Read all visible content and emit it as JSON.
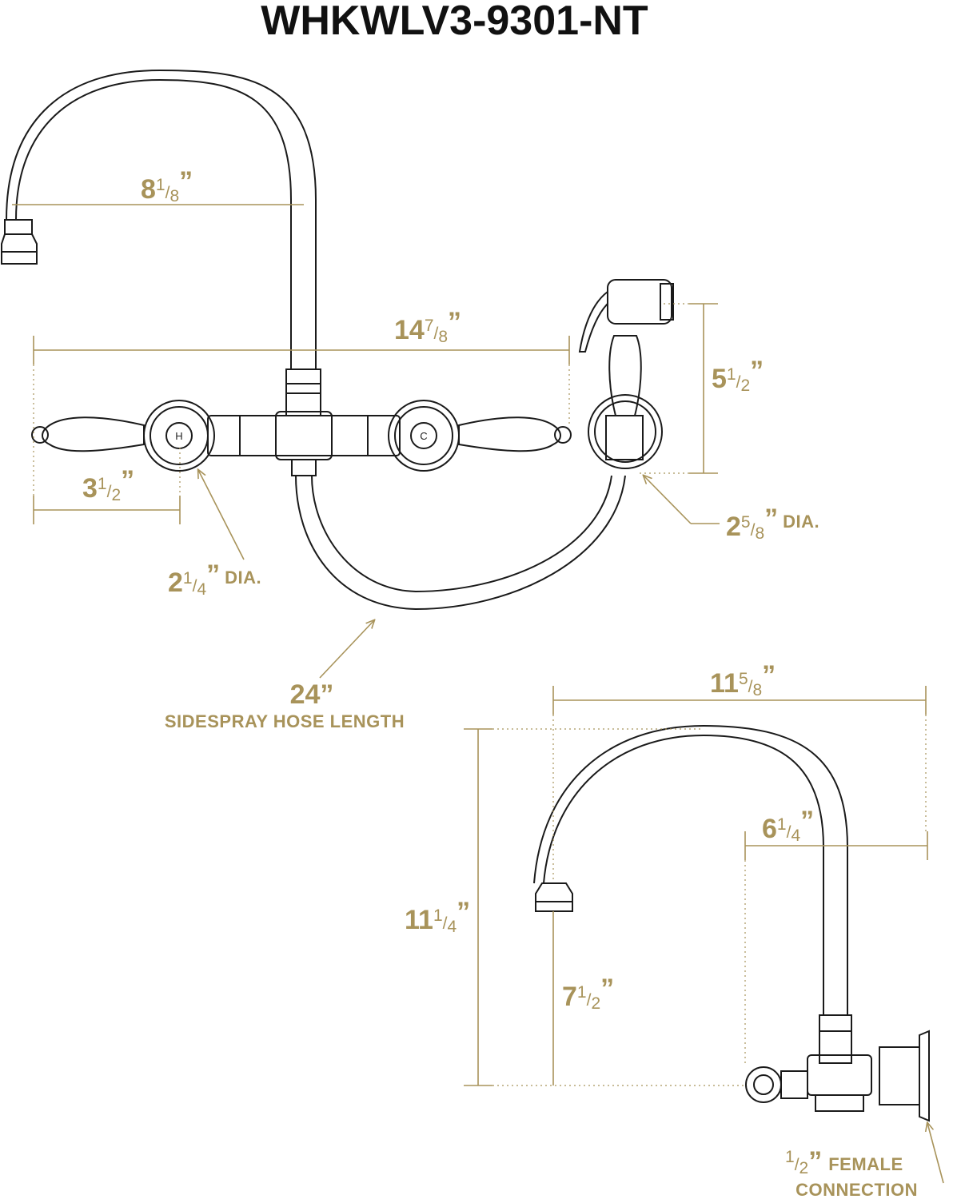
{
  "title": "WHKWLV3-9301-NT",
  "colors": {
    "dimension": "#a8935a",
    "outline": "#1a1a1a",
    "background": "#ffffff"
  },
  "handles": {
    "hot": "H",
    "cold": "C"
  },
  "dimensions": {
    "spout_reach": {
      "whole": "8",
      "num": "1",
      "den": "8",
      "unit": "”"
    },
    "overall_width": {
      "whole": "14",
      "num": "7",
      "den": "8",
      "unit": "”"
    },
    "sprayer_height": {
      "whole": "5",
      "num": "1",
      "den": "2",
      "unit": "”"
    },
    "handle_offset": {
      "whole": "3",
      "num": "1",
      "den": "2",
      "unit": "”"
    },
    "flange_dia": {
      "whole": "2",
      "num": "1",
      "den": "4",
      "unit": "”",
      "suffix": "DIA."
    },
    "sprayer_flange_dia": {
      "whole": "2",
      "num": "5",
      "den": "8",
      "unit": "”",
      "suffix": "DIA."
    },
    "hose_length": {
      "value": "24”",
      "caption": "SIDESPRAY HOSE LENGTH"
    },
    "side_depth": {
      "whole": "11",
      "num": "5",
      "den": "8",
      "unit": "”"
    },
    "side_height": {
      "whole": "11",
      "num": "1",
      "den": "4",
      "unit": "”"
    },
    "spout_clearance": {
      "whole": "7",
      "num": "1",
      "den": "2",
      "unit": "”"
    },
    "wall_projection": {
      "whole": "6",
      "num": "1",
      "den": "4",
      "unit": "”"
    },
    "connection": {
      "num": "1",
      "den": "2",
      "unit": "”",
      "line1": "FEMALE",
      "line2": "CONNECTION"
    }
  }
}
